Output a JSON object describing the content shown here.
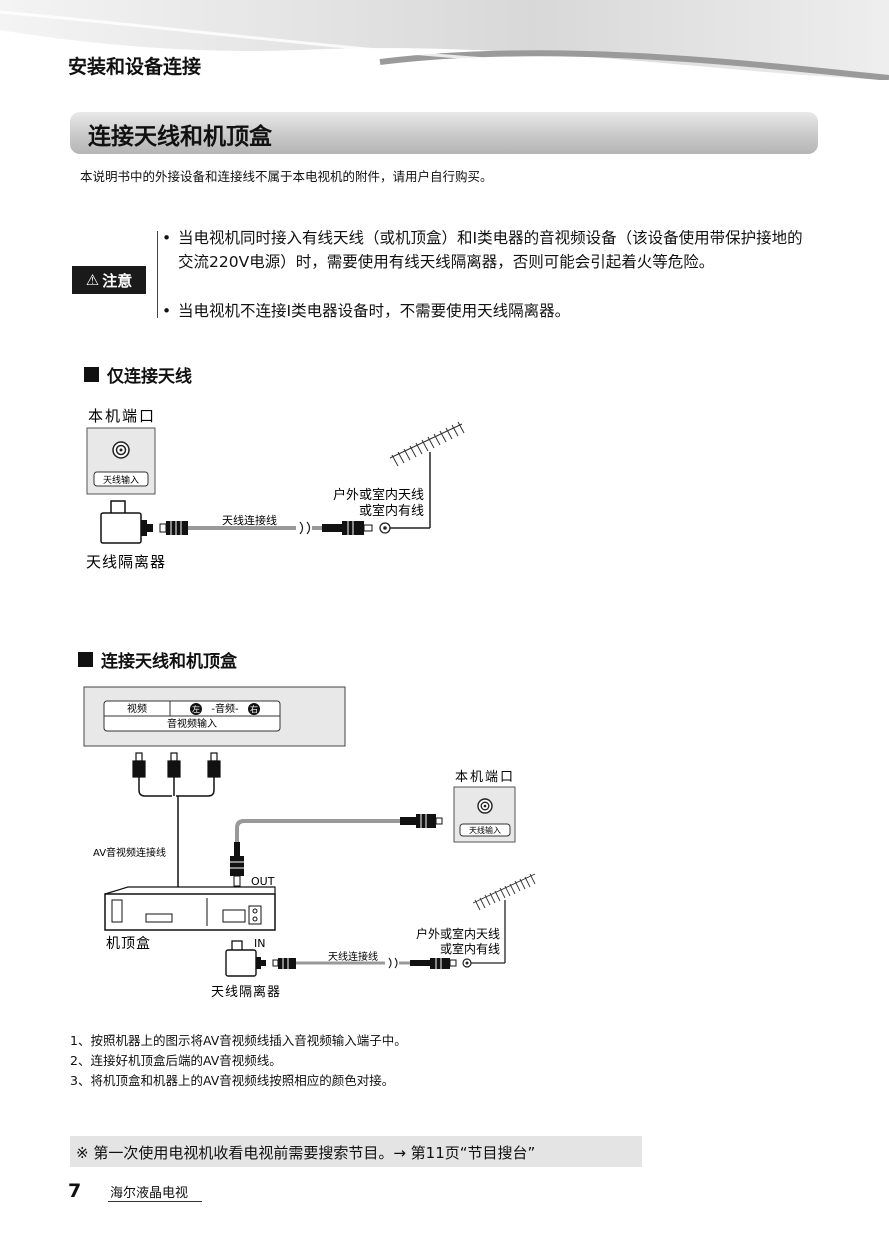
{
  "header": {
    "section": "安装和设备连接"
  },
  "title": "连接天线和机顶盒",
  "intro": "本说明书中的外接设备和连接线不属于本电视机的附件，请用户自行购买。",
  "caution": {
    "badge": "注意",
    "bullets": [
      "当电视机同时接入有线天线（或机顶盒）和I类电器的音视频设备（该设备使用带保护接地的交流220V电源）时，需要使用有线天线隔离器，否则可能会引起着火等危险。",
      "当电视机不连接I类电器设备时，不需要使用天线隔离器。"
    ]
  },
  "diagram1": {
    "heading": "仅连接天线",
    "port_title": "本机端口",
    "port_label": "天线输入",
    "isolator": "天线隔离器",
    "cable": "天线连接线",
    "outdoor_line1": "户外或室内天线",
    "outdoor_line2": "或室内有线"
  },
  "diagram2": {
    "heading": "连接天线和机顶盒",
    "video": "视频",
    "left": "左",
    "audio": "-音频-",
    "right": "右",
    "av_input": "音视频输入",
    "port_title": "本机端口",
    "port_label": "天线输入",
    "av_cable": "AV音视频连接线",
    "out": "OUT",
    "in": "IN",
    "stb": "机顶盒",
    "isolator": "天线隔离器",
    "cable": "天线连接线",
    "outdoor_line1": "户外或室内天线",
    "outdoor_line2": "或室内有线"
  },
  "notes": [
    "1、按照机器上的图示将AV音视频线插入音视频输入端子中。",
    "2、连接好机顶盒后端的AV音视频线。",
    "3、将机顶盒和机器上的AV音视频线按照相应的颜色对接。"
  ],
  "search_note": "※ 第一次使用电视机收看电视前需要搜索节目。→ 第11页“节目搜台”",
  "footer": {
    "page": "7",
    "brand": "海尔液晶电视"
  }
}
